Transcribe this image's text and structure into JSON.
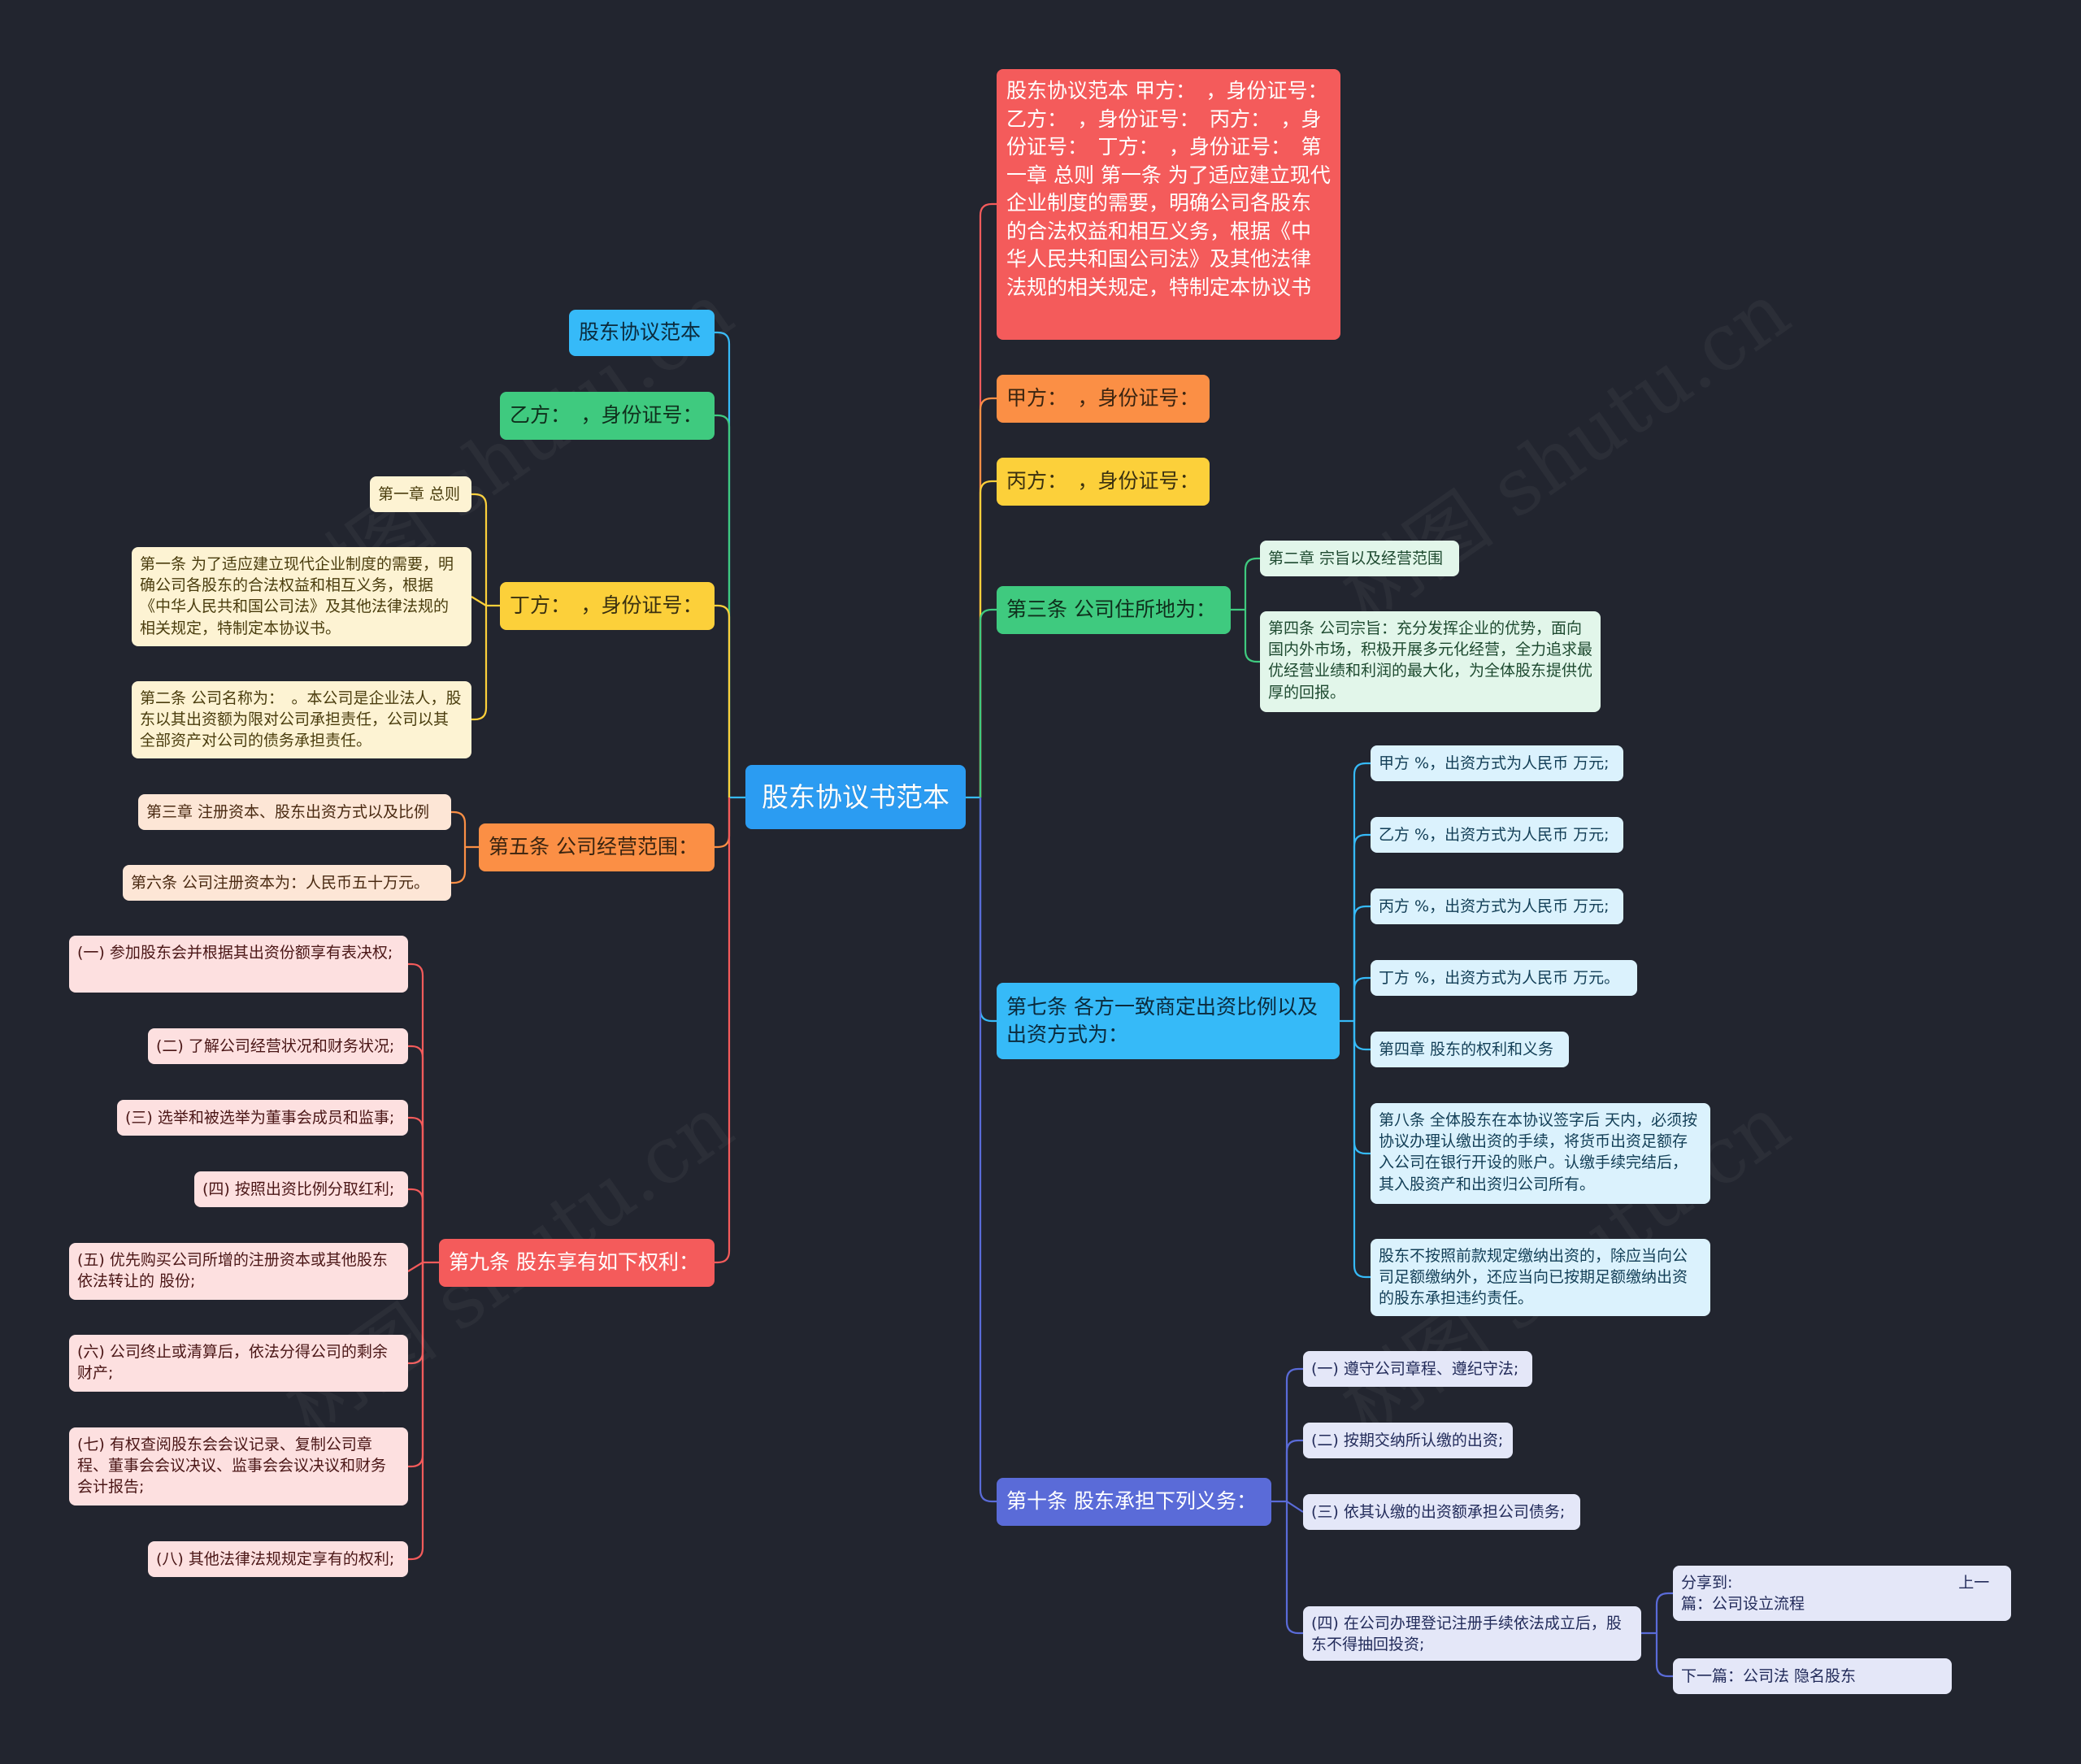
{
  "root": {
    "label": "股东协议书范本"
  },
  "watermark": "树图 shutu.cn",
  "colors": {
    "background": "#22252f",
    "root": "#2b9cf2",
    "red": "#f45b5b",
    "orange": "#fb8f45",
    "yellow": "#fcd03a",
    "green": "#3fca7f",
    "cyan": "#36baf8",
    "indigo": "#5a6bd8"
  },
  "right": {
    "intro": "股东协议范本 甲方：　，身份证号：　乙方：　，身份证号：　丙方：　，身份证号：　丁方：　，身份证号：　第一章 总则 第一条 为了适应建立现代企业制度的需要，明确公司各股东的合法权益和相互义务，根据《中华人民共和国公司法》及其他法律法规的相关规定，特制定本协议书",
    "jia": "甲方：　，身份证号：",
    "bing": "丙方：　，身份证号：",
    "art3": "第三条 公司住所地为：",
    "art3_children": [
      "第二章 宗旨以及经营范围",
      "第四条 公司宗旨：充分发挥企业的优势，面向国内外市场，积极开展多元化经营，全力追求最优经营业绩和利润的最大化，为全体股东提供优厚的回报。"
    ],
    "art7": "第七条 各方一致商定出资比例以及出资方式为：",
    "art7_children": [
      "甲方 %，出资方式为人民币 万元;",
      "乙方 %，出资方式为人民币 万元;",
      "丙方 %，出资方式为人民币 万元;",
      "丁方 %，出资方式为人民币 万元。",
      "第四章 股东的权利和义务",
      "第八条 全体股东在本协议签字后 天内，必须按协议办理认缴出资的手续，将货币出资足额存入公司在银行开设的账户。认缴手续完结后，其入股资产和出资归公司所有。",
      "股东不按照前款规定缴纳出资的，除应当向公司足额缴纳外，还应当向已按期足额缴纳出资的股东承担违约责任。"
    ],
    "art10": "第十条 股东承担下列义务：",
    "art10_children": [
      "(一) 遵守公司章程、遵纪守法;",
      "(二) 按期交纳所认缴的出资;",
      "(三) 依其认缴的出资额承担公司债务;",
      "(四) 在公司办理登记注册手续依法成立后，股东不得抽回投资;"
    ],
    "art10_sub": [
      "分享到:                                              上一篇：公司设立流程",
      "下一篇：公司法 隐名股东"
    ]
  },
  "left": {
    "fanben": "股东协议范本",
    "yi": "乙方：　，身份证号：",
    "ding": "丁方：　，身份证号：",
    "ding_children": [
      "第一章 总则",
      "第一条 为了适应建立现代企业制度的需要，明确公司各股东的合法权益和相互义务，根据《中华人民共和国公司法》及其他法律法规的相关规定，特制定本协议书。",
      "第二条 公司名称为：　。本公司是企业法人，股东以其出资额为限对公司承担责任，公司以其全部资产对公司的债务承担责任。"
    ],
    "art5": "第五条 公司经营范围：",
    "art5_children": [
      "第三章 注册资本、股东出资方式以及比例",
      "第六条 公司注册资本为：人民币五十万元。"
    ],
    "art9": "第九条 股东享有如下权利：",
    "art9_children": [
      "(一) 参加股东会并根据其出资份额享有表决权;",
      "(二) 了解公司经营状况和财务状况;",
      "(三) 选举和被选举为董事会成员和监事;",
      "(四) 按照出资比例分取红利;",
      "(五) 优先购买公司所增的注册资本或其他股东依法转让的 股份;",
      "(六) 公司终止或清算后，依法分得公司的剩余财产;",
      "(七) 有权查阅股东会会议记录、复制公司章程、董事会会议决议、监事会会议决议和财务会计报告;",
      "(八) 其他法律法规规定享有的权利;"
    ]
  }
}
